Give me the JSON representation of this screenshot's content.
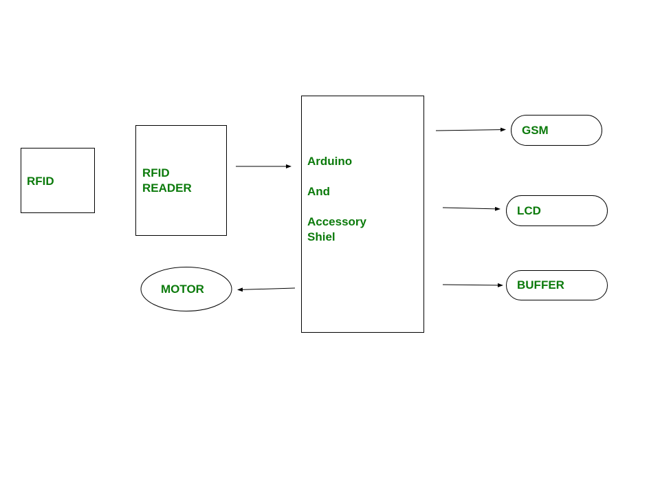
{
  "colors": {
    "text": "#0b7a0b",
    "stroke": "#000000"
  },
  "nodes": {
    "rfid": "RFID",
    "reader_line1": "RFID",
    "reader_line2": "READER",
    "arduino_line1": "Arduino",
    "arduino_line2": "And",
    "arduino_line3": "Accessory",
    "arduino_line4": "Shiel",
    "gsm": "GSM",
    "lcd": "LCD",
    "buffer": "BUFFER",
    "motor": "MOTOR"
  }
}
